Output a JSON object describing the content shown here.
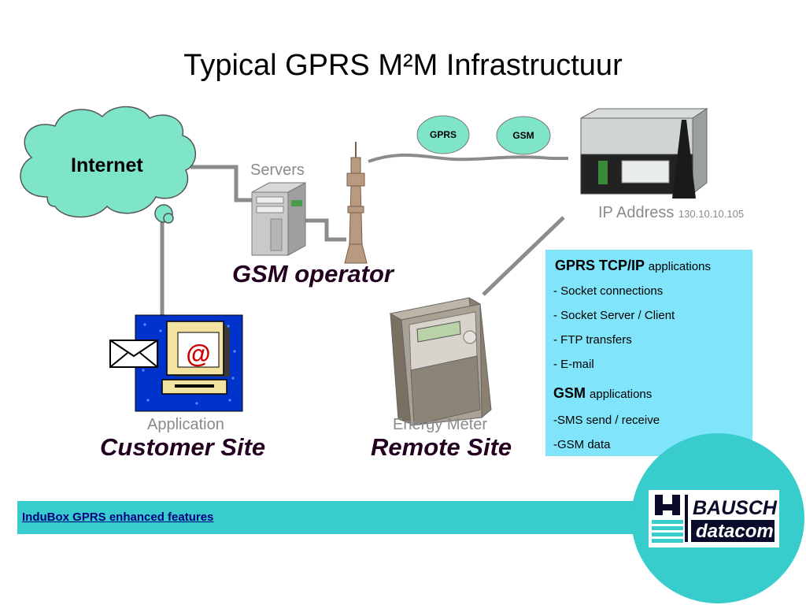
{
  "title": "Typical GPRS M²M Infrastructuur",
  "internet": {
    "label": "Internet"
  },
  "servers": {
    "label": "Servers"
  },
  "gsm_operator": {
    "label": "GSM operator"
  },
  "bubbles": {
    "gprs": "GPRS",
    "gsm": "GSM"
  },
  "device": {
    "ip_label": "IP Address",
    "ip_value": "130.10.10.105"
  },
  "customer": {
    "small_label": "Application",
    "big_label": "Customer Site"
  },
  "remote": {
    "small_label": "Energy Meter",
    "big_label": "Remote Site"
  },
  "applications": {
    "gprs_head": "GPRS TCP/IP",
    "gprs_head_suffix": "applications",
    "gprs_items": [
      "- Socket connections",
      "- Socket Server / Client",
      "- FTP transfers",
      "- E-mail"
    ],
    "gsm_head": "GSM",
    "gsm_head_suffix": "applications",
    "gsm_items": [
      "-SMS send / receive",
      "-GSM data"
    ]
  },
  "footer": {
    "link": "InduBox GPRS enhanced features"
  },
  "logo": {
    "line1": "BAUSCH",
    "line2": "datacom"
  },
  "colors": {
    "cloud": "#7fe5c9",
    "bubble": "#7fe5c9",
    "apps_box": "#80e4fb",
    "footer": "#38cccc",
    "connector": "#8c8c8c",
    "label_dark": "#230020"
  }
}
